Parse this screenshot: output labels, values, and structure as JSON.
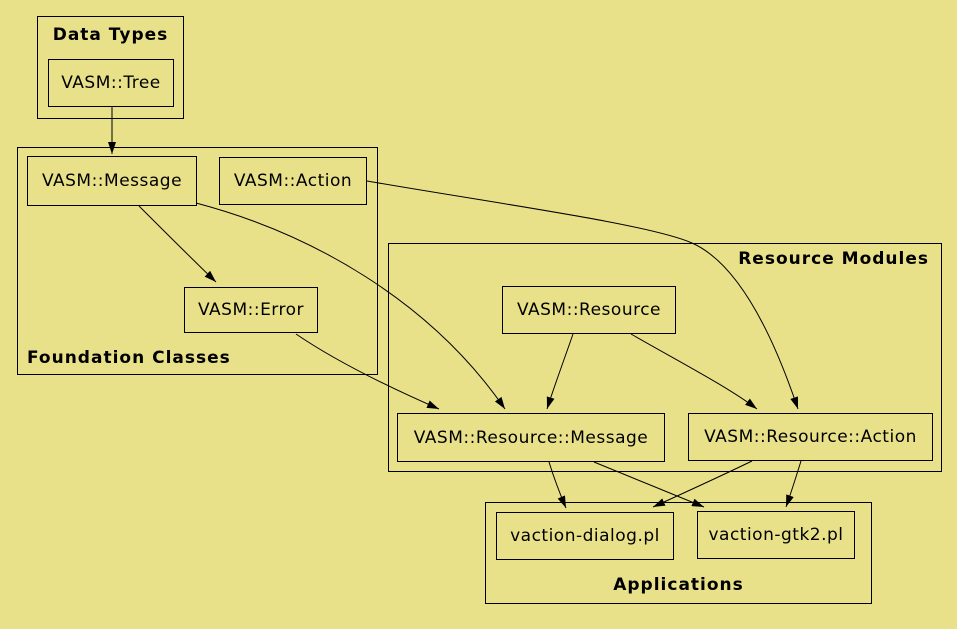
{
  "diagram": {
    "clusters": {
      "data_types": {
        "label": "Data Types"
      },
      "foundation": {
        "label": "Foundation Classes"
      },
      "resource": {
        "label": "Resource Modules"
      },
      "applications": {
        "label": "Applications"
      }
    },
    "nodes": {
      "tree": {
        "label": "VASM::Tree"
      },
      "message": {
        "label": "VASM::Message"
      },
      "action": {
        "label": "VASM::Action"
      },
      "error": {
        "label": "VASM::Error"
      },
      "resource": {
        "label": "VASM::Resource"
      },
      "resource_message": {
        "label": "VASM::Resource::Message"
      },
      "resource_action": {
        "label": "VASM::Resource::Action"
      },
      "dialog": {
        "label": "vaction-dialog.pl"
      },
      "gtk2": {
        "label": "vaction-gtk2.pl"
      }
    },
    "edges": [
      {
        "from": "VASM::Tree",
        "to": "VASM::Message"
      },
      {
        "from": "VASM::Message",
        "to": "VASM::Error"
      },
      {
        "from": "VASM::Message",
        "to": "VASM::Resource::Message"
      },
      {
        "from": "VASM::Error",
        "to": "VASM::Resource::Message"
      },
      {
        "from": "VASM::Resource",
        "to": "VASM::Resource::Message"
      },
      {
        "from": "VASM::Resource",
        "to": "VASM::Resource::Action"
      },
      {
        "from": "VASM::Action",
        "to": "VASM::Resource::Action"
      },
      {
        "from": "VASM::Resource::Message",
        "to": "vaction-dialog.pl"
      },
      {
        "from": "VASM::Resource::Message",
        "to": "vaction-gtk2.pl"
      },
      {
        "from": "VASM::Resource::Action",
        "to": "vaction-dialog.pl"
      },
      {
        "from": "VASM::Resource::Action",
        "to": "vaction-gtk2.pl"
      }
    ],
    "colors": {
      "background": "#e9e18a",
      "line": "#000000",
      "text": "#000000"
    }
  }
}
